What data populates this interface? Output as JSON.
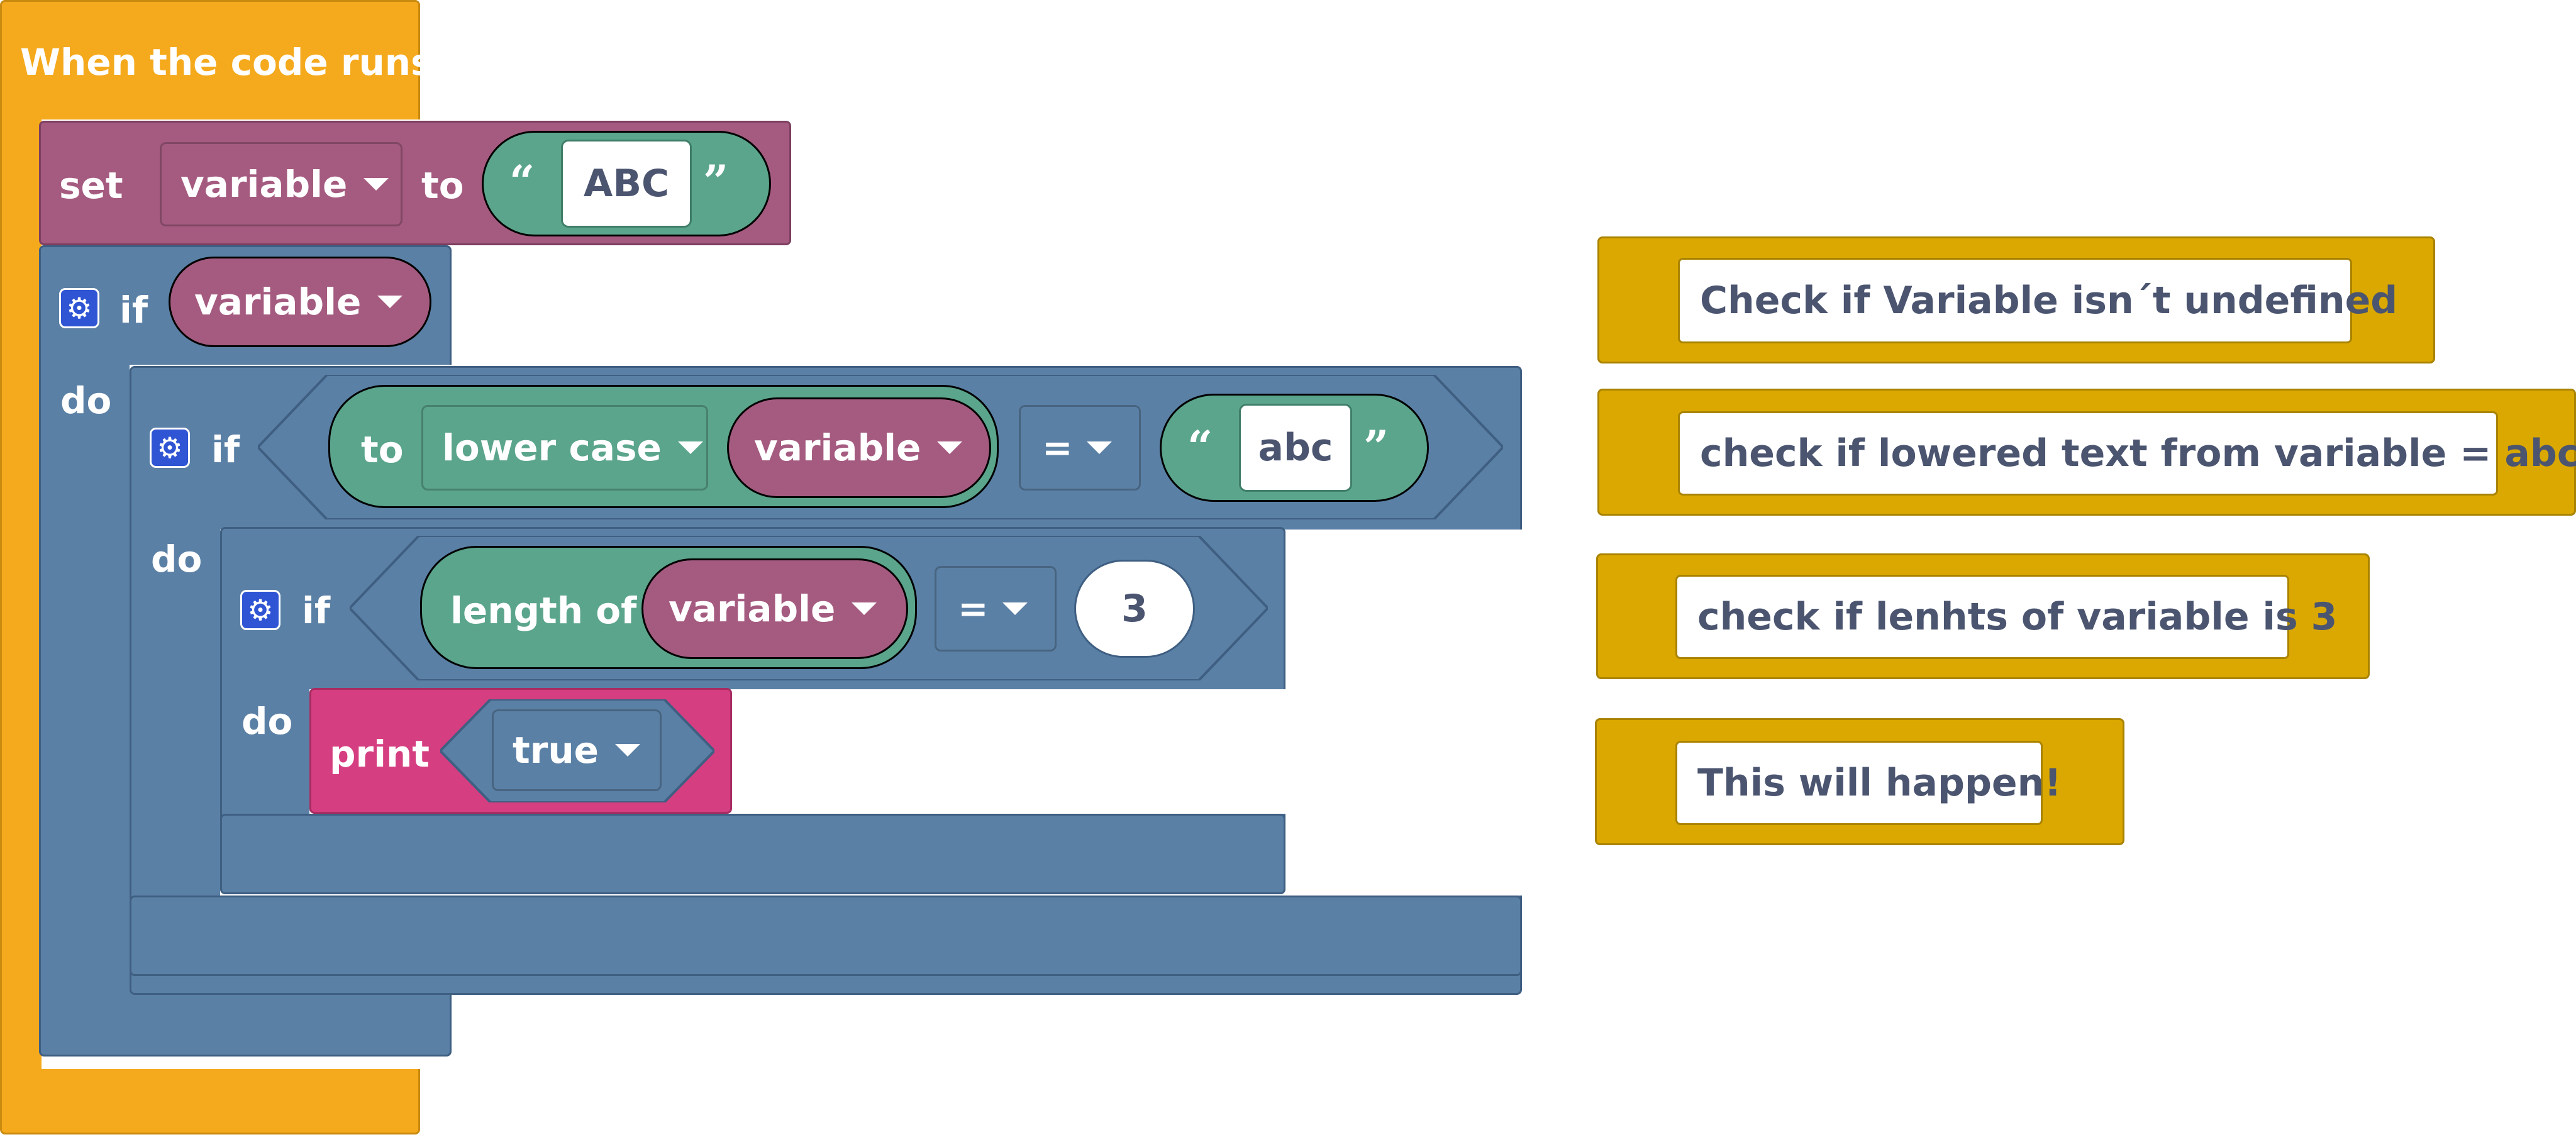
{
  "event_block": {
    "label": "When the code runs"
  },
  "set_block": {
    "set_label": "set",
    "variable_dropdown": "variable",
    "to_label": "to",
    "text_value": "ABC",
    "quote_open": "“",
    "quote_close": "”"
  },
  "if_block_1": {
    "if_label": "if",
    "do_label": "do",
    "condition_variable": "variable"
  },
  "if_block_2": {
    "if_label": "if",
    "do_label": "do",
    "to_label": "to",
    "case_dropdown": "lower case",
    "variable_dropdown": "variable",
    "operator_dropdown": "=",
    "compare_text": "abc",
    "quote_open": "“",
    "quote_close": "”"
  },
  "if_block_3": {
    "if_label": "if",
    "do_label": "do",
    "length_label": "length of",
    "variable_dropdown": "variable",
    "operator_dropdown": "=",
    "number_value": "3"
  },
  "print_block": {
    "print_label": "print",
    "boolean_dropdown": "true"
  },
  "comments": [
    {
      "text": "Check if Variable isn´t  undefined"
    },
    {
      "text": "check if lowered text from variable = abc"
    },
    {
      "text": "check if lenhts of variable is 3"
    },
    {
      "text": "This will happen!"
    }
  ],
  "icons": {
    "gear": "gear-icon",
    "dropdown": "dropdown-arrow-icon"
  },
  "colors": {
    "event": "#f5a91c",
    "variables": "#a55b80",
    "logic": "#5b80a5",
    "text": "#5ba58c",
    "print": "#d53e80",
    "comment": "#daa800"
  }
}
